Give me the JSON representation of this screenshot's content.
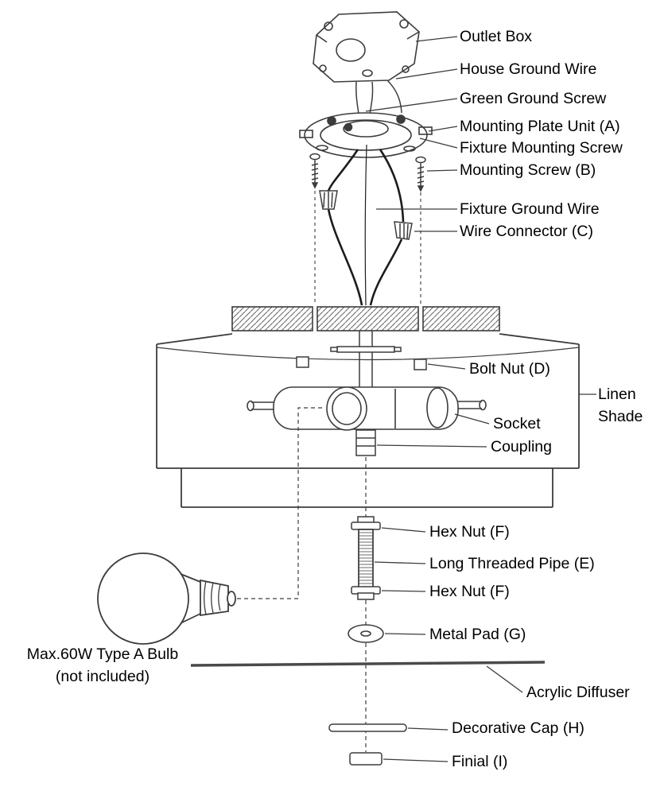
{
  "diagram": {
    "type": "light-fixture-assembly-diagram",
    "labels": {
      "outlet_box": "Outlet Box",
      "house_ground_wire": "House Ground Wire",
      "green_ground_screw": "Green Ground Screw",
      "mounting_plate_unit": "Mounting Plate Unit (A)",
      "fixture_mounting_screw": "Fixture Mounting Screw",
      "mounting_screw": "Mounting Screw (B)",
      "fixture_ground_wire": "Fixture Ground Wire",
      "wire_connector": "Wire Connector (C)",
      "bolt_nut": "Bolt Nut (D)",
      "linen_shade_line1": "Linen",
      "linen_shade_line2": "Shade",
      "socket": "Socket",
      "coupling": "Coupling",
      "hex_nut_upper": "Hex Nut (F)",
      "long_threaded_pipe": "Long Threaded Pipe (E)",
      "hex_nut_lower": "Hex Nut (F)",
      "metal_pad": "Metal Pad (G)",
      "acrylic_diffuser": "Acrylic Diffuser",
      "decorative_cap": "Decorative Cap (H)",
      "finial": "Finial (I)",
      "bulb_note_line1": "Max.60W Type A Bulb",
      "bulb_note_line2": "(not included)"
    },
    "colors": {
      "line": "#3c3c3c",
      "wire": "#1c1c1c",
      "text": "#000000",
      "background": "#ffffff"
    }
  }
}
